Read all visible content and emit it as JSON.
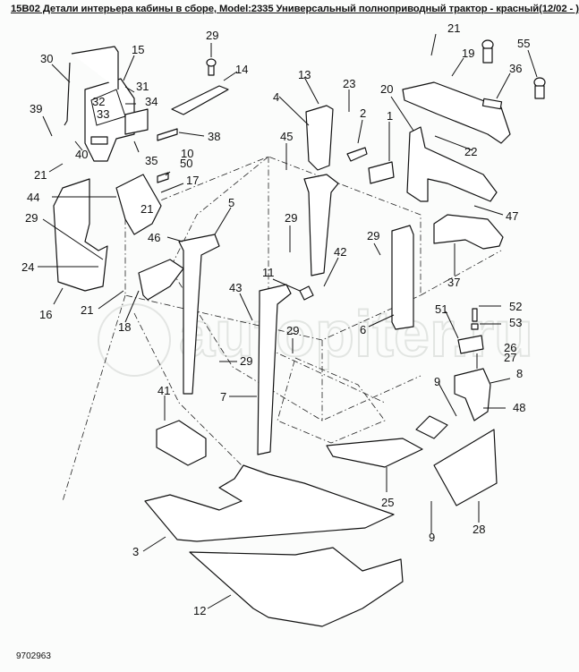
{
  "header": {
    "title": "15B02 Детали интерьера кабины в сборе, Model:2335 Универсальный полноприводный трактор - красный(12/02 - )"
  },
  "footer": {
    "document_number": "9702963"
  },
  "watermark": {
    "text": "autopiter.ru"
  },
  "callouts": [
    {
      "id": "c29a",
      "label": "29"
    },
    {
      "id": "c15",
      "label": "15"
    },
    {
      "id": "c30",
      "label": "30"
    },
    {
      "id": "c31",
      "label": "31"
    },
    {
      "id": "c32",
      "label": "32"
    },
    {
      "id": "c33",
      "label": "33"
    },
    {
      "id": "c34",
      "label": "34"
    },
    {
      "id": "c14",
      "label": "14"
    },
    {
      "id": "c39",
      "label": "39"
    },
    {
      "id": "c40",
      "label": "40"
    },
    {
      "id": "c38",
      "label": "38"
    },
    {
      "id": "c35",
      "label": "35"
    },
    {
      "id": "c10",
      "label": "10"
    },
    {
      "id": "c50",
      "label": "50"
    },
    {
      "id": "c17",
      "label": "17"
    },
    {
      "id": "c21a",
      "label": "21"
    },
    {
      "id": "c44",
      "label": "44"
    },
    {
      "id": "c21b",
      "label": "21"
    },
    {
      "id": "c29b",
      "label": "29"
    },
    {
      "id": "c24",
      "label": "24"
    },
    {
      "id": "c16",
      "label": "16"
    },
    {
      "id": "c21c",
      "label": "21"
    },
    {
      "id": "c18",
      "label": "18"
    },
    {
      "id": "c46",
      "label": "46"
    },
    {
      "id": "c5",
      "label": "5"
    },
    {
      "id": "c13",
      "label": "13"
    },
    {
      "id": "c4",
      "label": "4"
    },
    {
      "id": "c23",
      "label": "23"
    },
    {
      "id": "c2",
      "label": "2"
    },
    {
      "id": "c45",
      "label": "45"
    },
    {
      "id": "c1",
      "label": "1"
    },
    {
      "id": "c21d",
      "label": "21"
    },
    {
      "id": "c19",
      "label": "19"
    },
    {
      "id": "c55",
      "label": "55"
    },
    {
      "id": "c36",
      "label": "36"
    },
    {
      "id": "c20",
      "label": "20"
    },
    {
      "id": "c22",
      "label": "22"
    },
    {
      "id": "c47",
      "label": "47"
    },
    {
      "id": "c37",
      "label": "37"
    },
    {
      "id": "c29c",
      "label": "29"
    },
    {
      "id": "c29d",
      "label": "29"
    },
    {
      "id": "c42",
      "label": "42"
    },
    {
      "id": "c11",
      "label": "11"
    },
    {
      "id": "c43",
      "label": "43"
    },
    {
      "id": "c29e",
      "label": "29"
    },
    {
      "id": "c29f",
      "label": "29"
    },
    {
      "id": "c6",
      "label": "6"
    },
    {
      "id": "c7",
      "label": "7"
    },
    {
      "id": "c52",
      "label": "52"
    },
    {
      "id": "c53",
      "label": "53"
    },
    {
      "id": "c51",
      "label": "51"
    },
    {
      "id": "c26",
      "label": "26"
    },
    {
      "id": "c27",
      "label": "27"
    },
    {
      "id": "c8",
      "label": "8"
    },
    {
      "id": "c48",
      "label": "48"
    },
    {
      "id": "c9a",
      "label": "9"
    },
    {
      "id": "c41",
      "label": "41"
    },
    {
      "id": "c25",
      "label": "25"
    },
    {
      "id": "c28",
      "label": "28"
    },
    {
      "id": "c9b",
      "label": "9"
    },
    {
      "id": "c3",
      "label": "3"
    },
    {
      "id": "c12",
      "label": "12"
    }
  ]
}
